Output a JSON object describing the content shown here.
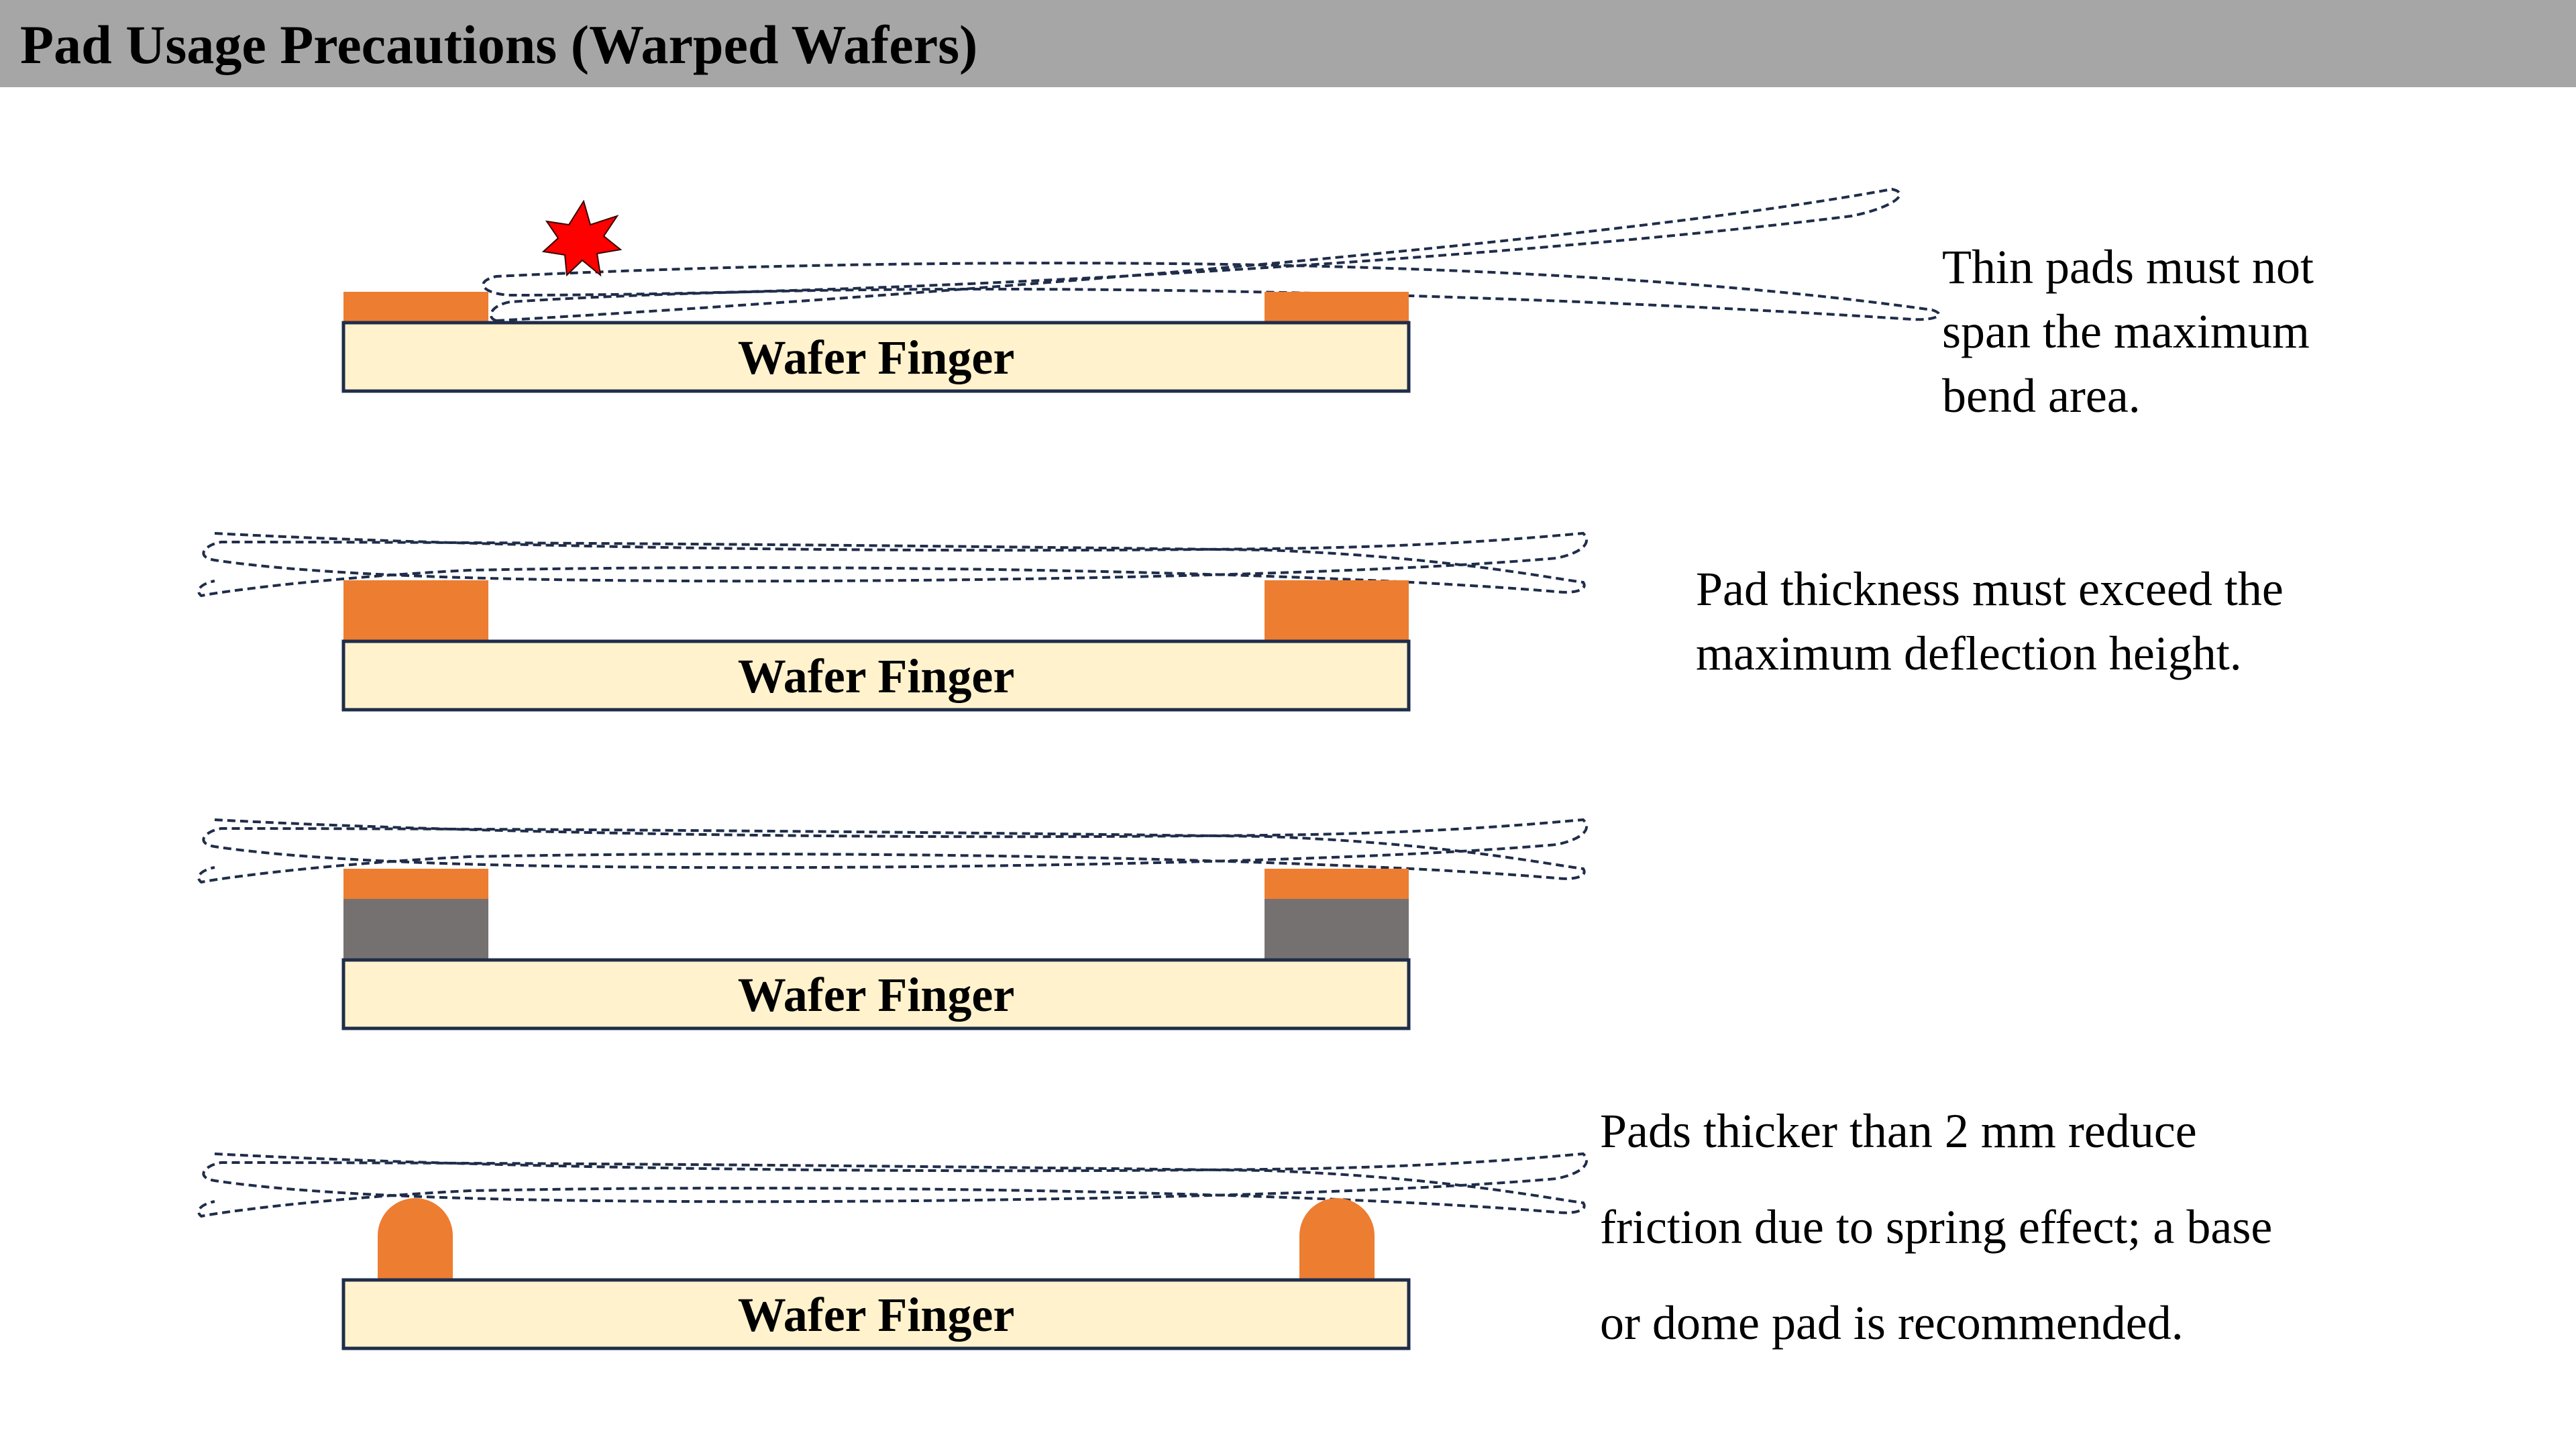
{
  "title": "Pad Usage Precautions (Warped Wafers)",
  "colors": {
    "title_bar": "#a6a6a6",
    "finger_fill": "#fff2cc",
    "finger_border": "#1f2d4a",
    "pad": "#ed7d31",
    "pad_base": "#767171",
    "wafer_outline": "#1f2d4a",
    "collision_burst": "#ff0000"
  },
  "panels": [
    {
      "finger_label": "Wafer Finger",
      "pad_style": "thin pads",
      "note_lines": [
        "Thin pads must not",
        "span the maximum",
        "bend area."
      ]
    },
    {
      "finger_label": "Wafer Finger",
      "pad_style": "thick pads",
      "note_lines": [
        "Pad thickness must exceed the",
        "maximum deflection height."
      ]
    },
    {
      "finger_label": "Wafer Finger",
      "pad_style": "pads on base",
      "note_lines": []
    },
    {
      "finger_label": "Wafer Finger",
      "pad_style": "dome pads",
      "note_lines": [
        "Pads thicker than 2 mm reduce",
        "friction due to spring effect; a base",
        "or dome pad is recommended."
      ]
    }
  ],
  "icons": [
    "collision-burst-icon"
  ]
}
